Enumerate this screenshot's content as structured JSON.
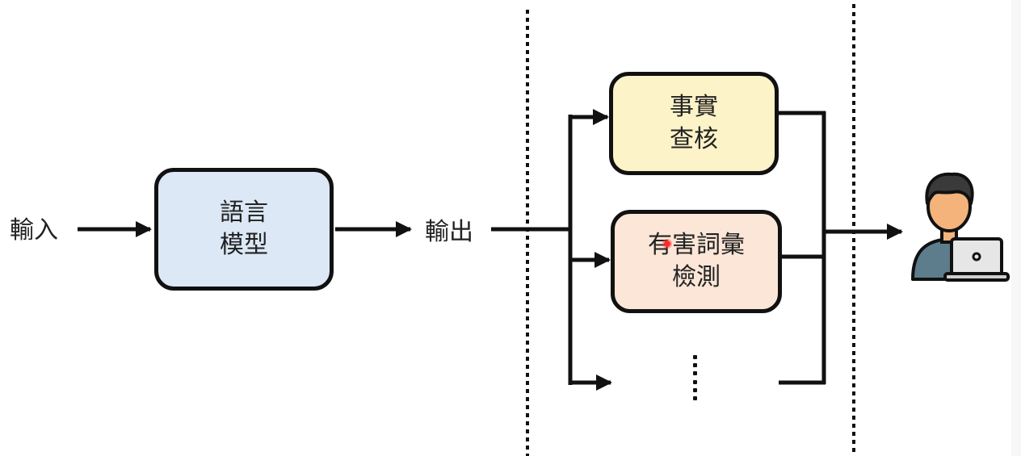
{
  "diagram": {
    "input_label": "輸入",
    "model_box": {
      "line1": "語言",
      "line2": "模型",
      "fill": "#dce8f5"
    },
    "output_label": "輸出",
    "fact_check_box": {
      "line1": "事實",
      "line2": "查核",
      "fill": "#fdf3c8"
    },
    "harmful_words_box": {
      "line1": "有害詞彙",
      "line2": "檢測",
      "fill": "#fbe6d8"
    },
    "more_filters": "⋮",
    "end_user": "user-with-laptop-icon"
  },
  "colors": {
    "stroke": "#111111",
    "pointer": "#ff2a2a",
    "skin": "#f4b37a",
    "hair": "#3a3a3a",
    "shirt": "#5d7c8c",
    "laptop": "#e6e6e6"
  }
}
